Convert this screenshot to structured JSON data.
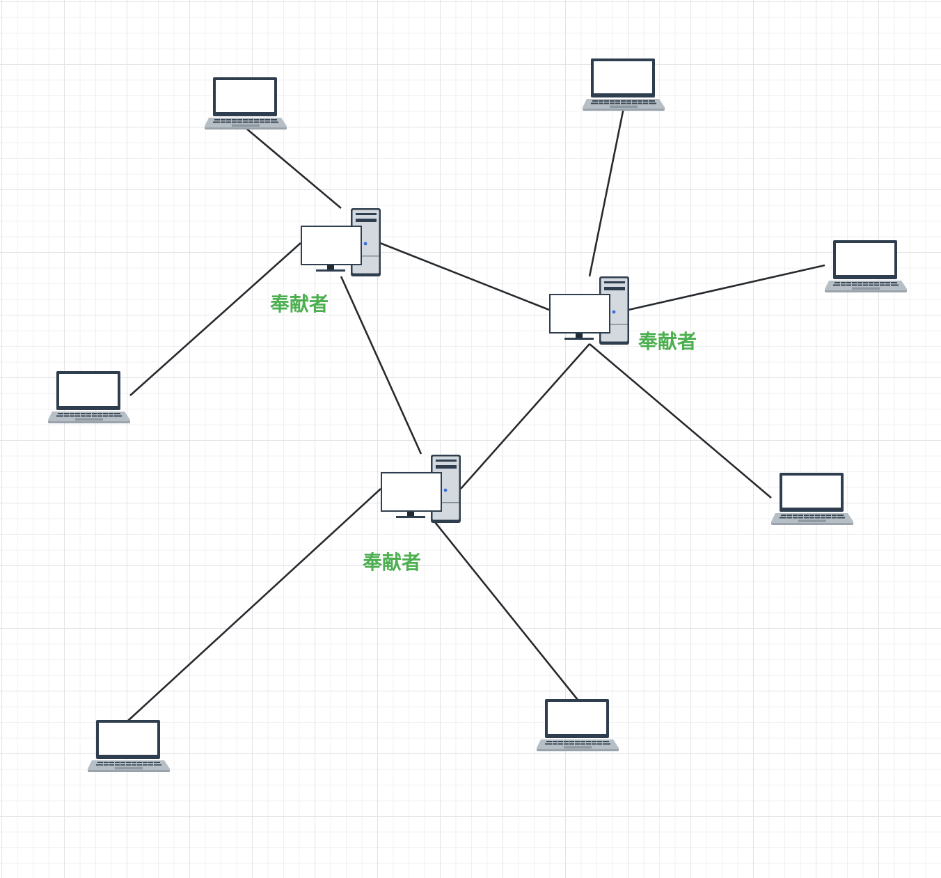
{
  "diagram": {
    "title": "",
    "node_types": {
      "server": "desktop-computer-with-tower",
      "client": "laptop"
    },
    "colors": {
      "edge": "#262a2e",
      "label": "#4caf50",
      "device_frame": "#2f3e4e",
      "device_body": "#b7bfc6",
      "screen": "#ffffff",
      "led": "#3b6fd8"
    },
    "servers": [
      {
        "id": "s1",
        "label": "奉献者"
      },
      {
        "id": "s2",
        "label": "奉献者"
      },
      {
        "id": "s3",
        "label": "奉献者"
      }
    ],
    "clients": [
      {
        "id": "c1"
      },
      {
        "id": "c2"
      },
      {
        "id": "c3"
      },
      {
        "id": "c4"
      },
      {
        "id": "c5"
      },
      {
        "id": "c6"
      },
      {
        "id": "c7"
      }
    ],
    "edges": [
      {
        "from": "c1",
        "to": "s1"
      },
      {
        "from": "c3",
        "to": "s1"
      },
      {
        "from": "s1",
        "to": "s2"
      },
      {
        "from": "s1",
        "to": "s3"
      },
      {
        "from": "c2",
        "to": "s2"
      },
      {
        "from": "c4",
        "to": "s2"
      },
      {
        "from": "s2",
        "to": "s3"
      },
      {
        "from": "s2",
        "to": "c5"
      },
      {
        "from": "s3",
        "to": "c6"
      },
      {
        "from": "s3",
        "to": "c7"
      }
    ]
  }
}
